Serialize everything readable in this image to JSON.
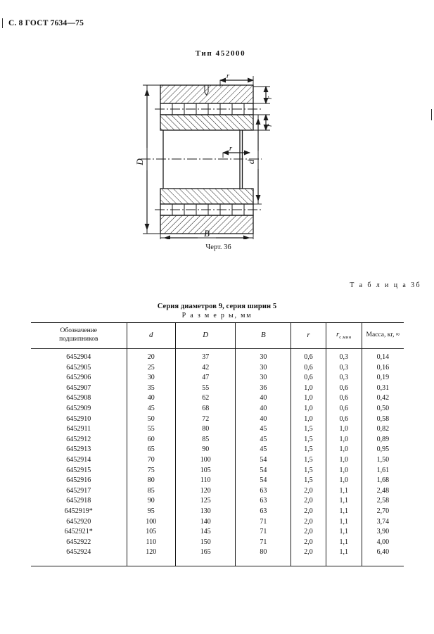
{
  "page": {
    "header": "С. 8 ГОСТ 7634—75",
    "page_label": "С. 8",
    "standard": "ГОСТ 7634—75"
  },
  "figure": {
    "title": "Тип 452000",
    "caption": "Черт. 36",
    "dimension_labels": {
      "outer_diameter": "D",
      "inner_diameter": "d",
      "width": "B",
      "radius_1": "r",
      "radius_2": "r",
      "radius_3": "r",
      "radius_4": "r"
    }
  },
  "table": {
    "number_label": "Т а б л и ц а  3б",
    "series_title": "Серия диаметров 9, серия ширин 5",
    "dimensions_note": "Р а з м е р ы,  мм",
    "headers": {
      "designation": "Обозначение подшипников",
      "designation_line1": "Обозначение",
      "designation_line2": "подшипников",
      "d": "d",
      "D": "D",
      "B": "B",
      "r": "r",
      "r_c_min_base": "r",
      "r_c_min_sub": "с.мин",
      "mass": "Масса, кг, ≈"
    },
    "rows": [
      {
        "designation": "6452904",
        "d": "20",
        "D": "37",
        "B": "30",
        "r": "0,6",
        "rc": "0,3",
        "mass": "0,14"
      },
      {
        "designation": "6452905",
        "d": "25",
        "D": "42",
        "B": "30",
        "r": "0,6",
        "rc": "0,3",
        "mass": "0,16"
      },
      {
        "designation": "6452906",
        "d": "30",
        "D": "47",
        "B": "30",
        "r": "0,6",
        "rc": "0,3",
        "mass": "0,19"
      },
      {
        "designation": "6452907",
        "d": "35",
        "D": "55",
        "B": "36",
        "r": "1,0",
        "rc": "0,6",
        "mass": "0,31"
      },
      {
        "designation": "6452908",
        "d": "40",
        "D": "62",
        "B": "40",
        "r": "1,0",
        "rc": "0,6",
        "mass": "0,42"
      },
      {
        "designation": "6452909",
        "d": "45",
        "D": "68",
        "B": "40",
        "r": "1,0",
        "rc": "0,6",
        "mass": "0,50"
      },
      {
        "designation": "6452910",
        "d": "50",
        "D": "72",
        "B": "40",
        "r": "1,0",
        "rc": "0,6",
        "mass": "0,58"
      },
      {
        "designation": "6452911",
        "d": "55",
        "D": "80",
        "B": "45",
        "r": "1,5",
        "rc": "1,0",
        "mass": "0,82"
      },
      {
        "designation": "6452912",
        "d": "60",
        "D": "85",
        "B": "45",
        "r": "1,5",
        "rc": "1,0",
        "mass": "0,89"
      },
      {
        "designation": "6452913",
        "d": "65",
        "D": "90",
        "B": "45",
        "r": "1,5",
        "rc": "1,0",
        "mass": "0,95"
      },
      {
        "designation": "6452914",
        "d": "70",
        "D": "100",
        "B": "54",
        "r": "1,5",
        "rc": "1,0",
        "mass": "1,50"
      },
      {
        "designation": "6452915",
        "d": "75",
        "D": "105",
        "B": "54",
        "r": "1,5",
        "rc": "1,0",
        "mass": "1,61"
      },
      {
        "designation": "6452916",
        "d": "80",
        "D": "110",
        "B": "54",
        "r": "1,5",
        "rc": "1,0",
        "mass": "1,68"
      },
      {
        "designation": "6452917",
        "d": "85",
        "D": "120",
        "B": "63",
        "r": "2,0",
        "rc": "1,1",
        "mass": "2,48"
      },
      {
        "designation": "6452918",
        "d": "90",
        "D": "125",
        "B": "63",
        "r": "2,0",
        "rc": "1,1",
        "mass": "2,58"
      },
      {
        "designation": "6452919*",
        "d": "95",
        "D": "130",
        "B": "63",
        "r": "2,0",
        "rc": "1,1",
        "mass": "2,70"
      },
      {
        "designation": "6452920",
        "d": "100",
        "D": "140",
        "B": "71",
        "r": "2,0",
        "rc": "1,1",
        "mass": "3,74"
      },
      {
        "designation": "6452921*",
        "d": "105",
        "D": "145",
        "B": "71",
        "r": "2,0",
        "rc": "1,1",
        "mass": "3,90"
      },
      {
        "designation": "6452922",
        "d": "110",
        "D": "150",
        "B": "71",
        "r": "2,0",
        "rc": "1,1",
        "mass": "4,00"
      },
      {
        "designation": "6452924",
        "d": "120",
        "D": "165",
        "B": "80",
        "r": "2,0",
        "rc": "1,1",
        "mass": "6,40"
      }
    ]
  },
  "colors": {
    "ink": "#111111",
    "rule": "#1a1a1a",
    "paper": "#ffffff"
  }
}
